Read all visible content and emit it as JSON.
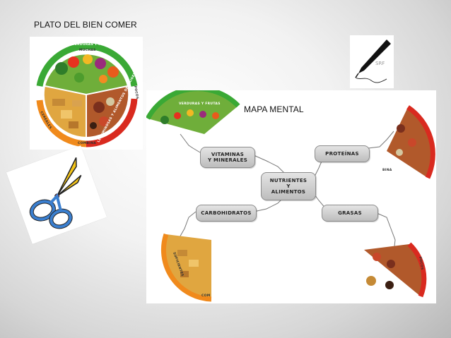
{
  "slide": {
    "plate_title": "PLATO DEL BIEN COMER",
    "mind_map_title": "MAPA MENTAL"
  },
  "plate": {
    "top_label": "VERDURAS Y FRUTAS",
    "top_amount": "MUCHAS",
    "left_label": "SUFICIENTES",
    "left_sub": "CEREALES",
    "bottom_label": "COMBINA",
    "right_label": "LEGUMINOSAS Y ALIMENTOS DE ORIGEN ANIMAL",
    "right_amount": "POCOS",
    "colors": {
      "green": "#3aa935",
      "orange": "#f08a1c",
      "red": "#d92a1f"
    }
  },
  "pen": {
    "watermark": "SRF",
    "icon": "pen-icon"
  },
  "scissors": {
    "icon": "scissors-icon",
    "color_blade": "#f5c518",
    "color_handle": "#3a7fd0"
  },
  "mind_map": {
    "center": "NUTRIENTES\nY\nALIMENTOS",
    "nodes": {
      "vitaminas": "VITAMINAS\nY MINERALES",
      "proteinas": "PROTEÍNAS",
      "carbohidratos": "CARBOHIDRATOS",
      "grasas": "GRASAS"
    },
    "fragment_top_left": {
      "label": "VERDURAS Y FRUTAS"
    },
    "fragment_top_right": {
      "label": "BINA"
    },
    "fragment_bottom_left": {
      "label": "SUFICIENTES",
      "label2": "COM"
    },
    "fragment_bottom_right": {
      "label": "POCOS"
    }
  }
}
